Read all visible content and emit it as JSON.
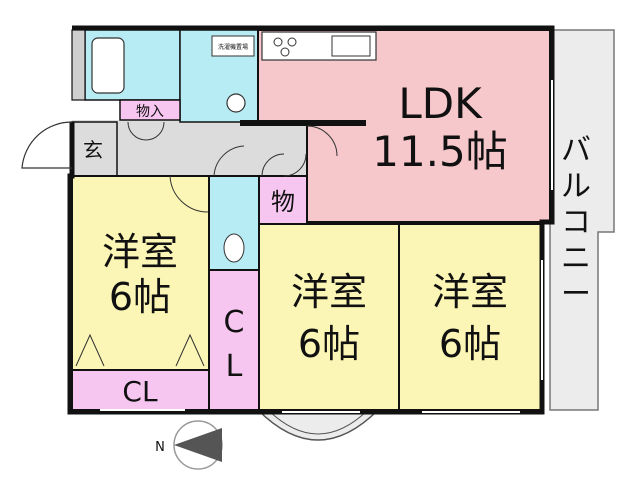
{
  "rooms": {
    "ldk": {
      "label": "LDK",
      "size": "11.5帖",
      "color": "#f6c8cc"
    },
    "west": {
      "label": "洋室",
      "size": "6帖",
      "color": "#fbf6b5"
    },
    "center": {
      "label": "洋室",
      "size": "6帖",
      "color": "#fbf6b5"
    },
    "east": {
      "label": "洋室",
      "size": "6帖",
      "color": "#fbf6b5"
    },
    "cl_west": {
      "label": "CL",
      "color": "#f7c6f0"
    },
    "cl_center": {
      "label_top": "C",
      "label_bottom": "L"
    },
    "storage_mono": {
      "label": "物"
    },
    "storage_in": {
      "label": "物入"
    },
    "entrance": {
      "label": "玄"
    },
    "washer": {
      "label": "洗濯機置場"
    }
  },
  "balcony": {
    "label_chars": [
      "バ",
      "ル",
      "コ",
      "ニ",
      "ー"
    ]
  },
  "compass": {
    "label": "N"
  },
  "colors": {
    "wet_area": "#b8ecf4",
    "hall": "#dcdcdc",
    "balcony": "#ececec",
    "wall": "#111111"
  }
}
